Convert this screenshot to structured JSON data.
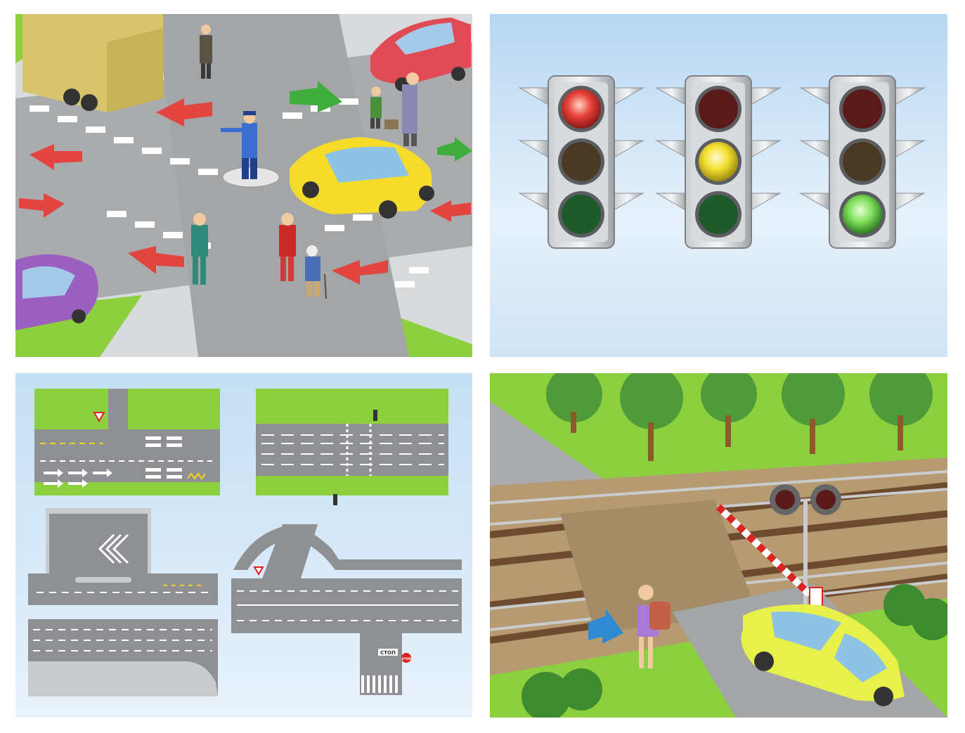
{
  "panels": [
    {
      "id": "intersection-scene"
    },
    {
      "id": "traffic-lights",
      "lights": [
        {
          "active": "red",
          "colors": {
            "red": "#e8403a",
            "yellow": "#4a3a25",
            "green": "#1f5a2c"
          }
        },
        {
          "active": "yellow",
          "colors": {
            "red": "#5a1a1a",
            "yellow": "#f4e030",
            "green": "#1f5a2c"
          }
        },
        {
          "active": "green",
          "colors": {
            "red": "#5a1a1a",
            "yellow": "#4a3a25",
            "green": "#7fe05a"
          }
        }
      ]
    },
    {
      "id": "road-markings"
    },
    {
      "id": "railway-crossing"
    }
  ],
  "road_signs": {
    "stop_label_ru": "СТОП",
    "stop_label_en": "STOP"
  },
  "colors": {
    "road": "#a9abad",
    "grass": "#8ccf3f",
    "sky": "#cfe4f6",
    "marking": "#ffffff",
    "arrow_red": "#e2453f",
    "arrow_green": "#3fae3f"
  }
}
